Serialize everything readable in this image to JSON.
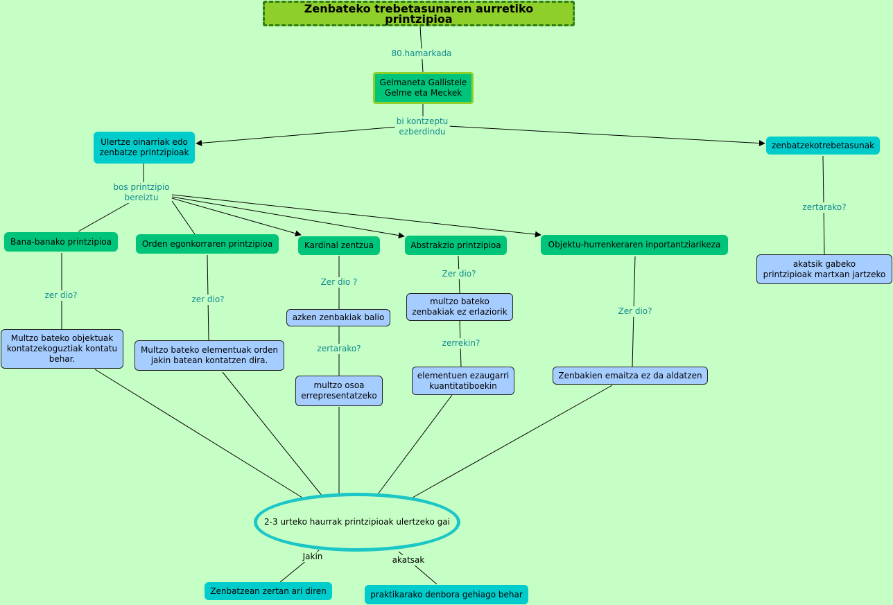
{
  "colors": {
    "background": "#c6ffc6",
    "title_fill": "#8ecf2a",
    "concept_green": "#00c47a",
    "concept_teal": "#00cccc",
    "concept_blue": "#a6cdff",
    "link_label": "#11888d",
    "line": "#000000"
  },
  "title": "Zenbateko trebetasunaren aurretiko printzipioa",
  "nodes": {
    "authors": "Gelmaneta Gallistele\nGelme eta Meckek",
    "basic_principles": "Ulertze oinarriak edo\nzenbatze printzipioak",
    "counting_skills": "zenbatzekotrebetasunak",
    "skills_purpose": "akatsik gabeko\nprintzipioak martxan jartzeko",
    "one_to_one": "Bana-banako printzipioa",
    "stable_order": "Orden egonkorraren printzipioa",
    "cardinal": "Kardinal zentzua",
    "abstraction": "Abstrakzio printzipioa",
    "order_irrelevance": "Objektu-hurrenkeraren inportantziarikeza",
    "one_to_one_desc": "Multzo bateko objektuak\nkontatzekoguztiak kontatu\nbehar.",
    "stable_order_desc": "Multzo bateko elementuak orden\njakin batean kontatzen dira.",
    "cardinal_desc": "azken zenbakiak balio",
    "cardinal_purpose": "multzo osoa\nerrepresentatzeko",
    "abstraction_desc": "multzo bateko\nzenbakiak ez erlaziorik",
    "abstraction_with": "elementuen ezaugarri\nkuantitatiboekin",
    "order_desc": "Zenbakien emaitza ez da aldatzen",
    "children": "2-3 urteko haurrak printzipioak ulertzeko gai",
    "know_what": "Zenbatzean zertan ari diren",
    "more_practice": "praktikarako denbora gehiago behar"
  },
  "links": {
    "decade": "80.hamarkada",
    "two_concepts": "bi kontzeptu\nezberdindu",
    "five_principles": "bos printzipio\nbereiztu",
    "skills_purpose_q": "zertarako?",
    "one_to_one_q": "zer dio?",
    "stable_order_q": "zer dio?",
    "cardinal_q": "Zer dio ?",
    "cardinal_purpose_q": "zertarako?",
    "abstraction_q": "Zer dio?",
    "abstraction_with_q": "zerrekin?",
    "order_q": "Zer dio?",
    "know": "Jakin",
    "mistakes": "akatsak"
  }
}
